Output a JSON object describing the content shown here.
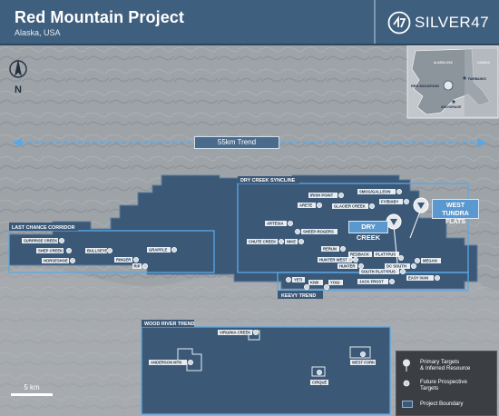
{
  "header": {
    "title": "Red Mountain Project",
    "subtitle": "Alaska, USA",
    "brand": "SILVER47",
    "background_color": "#3f5f7e"
  },
  "north_arrow": {
    "label": "N"
  },
  "trend": {
    "label": "55km Trend"
  },
  "scale_bar": {
    "label": "5 km"
  },
  "inset_map": {
    "labels": {
      "fairbanks": "FAIRBANKS",
      "anchorage": "ANCHORAGE",
      "red_mountain": "RED MOUNTAIN",
      "alaska_usa": "ALASKA USA",
      "canada": "CANADA"
    }
  },
  "zones": {
    "last_chance_corridor": "LAST CHANCE CORRIDOR",
    "dry_creek_syncline": "DRY CREEK SYNCLINE",
    "keevy_trend": "KEEVY TREND",
    "wood_river_trend": "WOOD RIVER TREND"
  },
  "primary_targets": {
    "dry_creek": "DRY CREEK",
    "west_tundra_flats_line1": "WEST TUNDRA",
    "west_tundra_flats_line2": "FLATS"
  },
  "targets": {
    "surprise_creek": "SURPRISE CREEK",
    "shep_creek": "SHEP CREEK",
    "bullseye": "BULLSEYE",
    "horseshoe": "HORSESHOE",
    "ringer": "RINGER",
    "grapple": "GRAPPLE",
    "rip": "RIP",
    "irish_point": "IRISH POINT",
    "smog_galleon": "SMOG/GALLEON",
    "fy_bixby": "FY/BIXBY",
    "arete": "ARETE",
    "glacier_creek": "GLACIER CREEK",
    "artesia": "ARTESIA",
    "sheep_rogers": "SHEEP-ROGERS",
    "chute_creek": "CHUTE CREEK",
    "nike": "NIKE",
    "rerun": "RERUN",
    "redback": "REDBACK",
    "platypus": "PLATYPUS",
    "hunter_west": "HUNTER WEST",
    "hunter": "HUNTER",
    "dc_south": "DC SOUTH",
    "megan": "MEGAN",
    "south_platypus": "SOUTH PLATYPUS",
    "jack_frost": "JACK FROST",
    "easy_ivan": "EASY IVAN",
    "yeti": "YETI",
    "kiwi": "KIWI",
    "yogi": "YOGI",
    "virginia_creek": "VIRGINIA CREEK",
    "anderson_mtn": "ANDERSON MTN",
    "west_fork": "WEST FORK",
    "cirque": "CIRQUE"
  },
  "legend": {
    "primary_line1": "Primary Targets",
    "primary_line2": "& Inferred Resource",
    "future_line1": "Future Prospective",
    "future_line2": "Targets",
    "boundary": "Project Boundary"
  },
  "colors": {
    "boundary_fill": "#3b5877",
    "zone_outline": "#5aa9e6",
    "callout": "#5b98cf",
    "legend_bg": "#3b3f44"
  }
}
